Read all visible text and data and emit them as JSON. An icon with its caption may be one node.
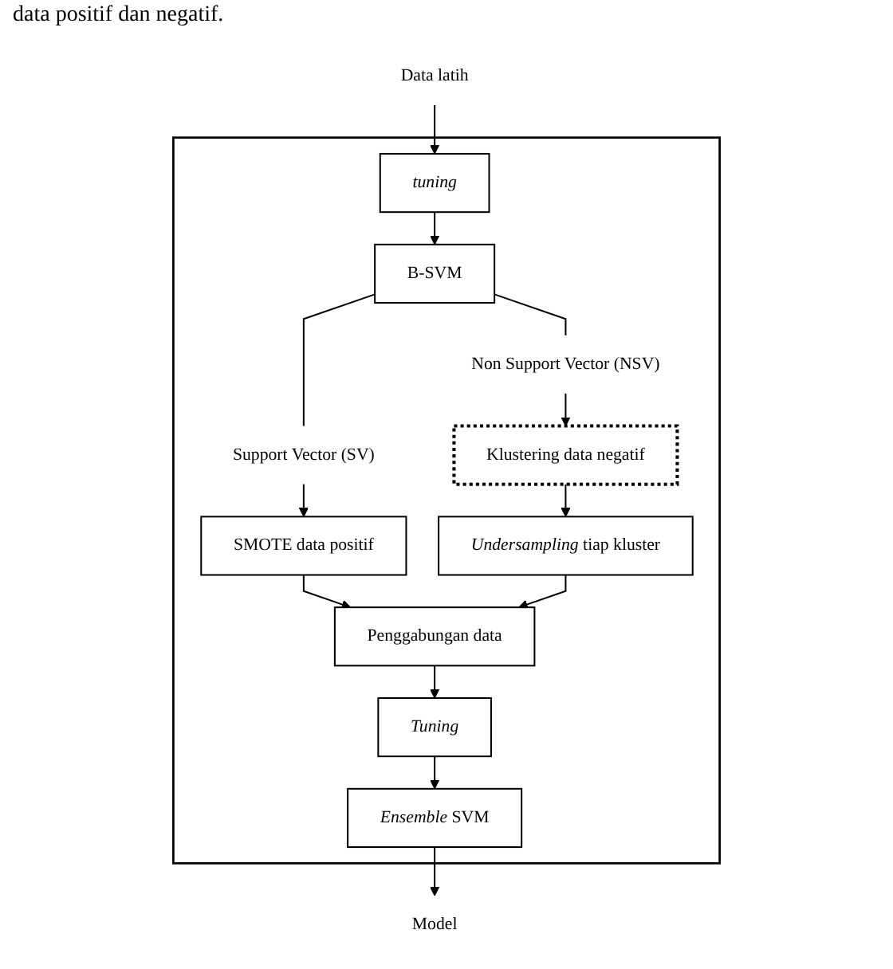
{
  "diagram": {
    "nodes": [
      {
        "text": [],
        "shape": "box"
      },
      {
        "text": [
          "Data latih"
        ]
      },
      {
        "text": [
          "tuning"
        ],
        "in": 0
      },
      {
        "text": [
          "B-SVM"
        ],
        "in": 0
      },
      {
        "text": [
          "Support Vector (SV)"
        ],
        "in": 0
      },
      {
        "text": [
          "Non Support Vector (NSV)"
        ],
        "in": 0
      },
      {
        "text": [
          "SMOTE data positif"
        ],
        "in": 0
      },
      {
        "text": [
          "Klustering data negatif"
        ],
        "in": 0
      },
      {
        "text": [
          "*Undersampling* tiap kluster"
        ],
        "in": 0
      },
      {
        "text": [
          "Penggabungan data"
        ],
        "in": 0
      },
      {
        "text": [
          "Tuning"
        ],
        "in": 0
      },
      {
        "text": [
          "*Ensemble* SVM"
        ],
        "in": 0
      },
      {
        "text": [
          "Model"
        ]
      }
    ],
    "edges": [
      {
        "from": 1,
        "to": 2,
        "arrow": "to"
      },
      {
        "from": 2,
        "to": 3,
        "arrow": "to"
      },
      {
        "from": 3,
        "to": 4,
        "arrow": "none"
      },
      {
        "from": 3,
        "to": 5,
        "arrow": "none"
      },
      {
        "from": 4,
        "to": 6,
        "arrow": "to"
      },
      {
        "from": 5,
        "to": 7,
        "arrow": "to"
      },
      {
        "from": 6,
        "to": 9,
        "arrow": "to"
      },
      {
        "from": 7,
        "to": 8,
        "arrow": "to"
      },
      {
        "from": 8,
        "to": 9,
        "arrow": "to"
      },
      {
        "from": 9,
        "to": 10,
        "arrow": "to"
      },
      {
        "from": 10,
        "to": 11,
        "arrow": "to"
      },
      {
        "from": 11,
        "to": 12,
        "arrow": "to"
      }
    ],
    "labels": [
      "data positif dan negatif."
    ]
  }
}
